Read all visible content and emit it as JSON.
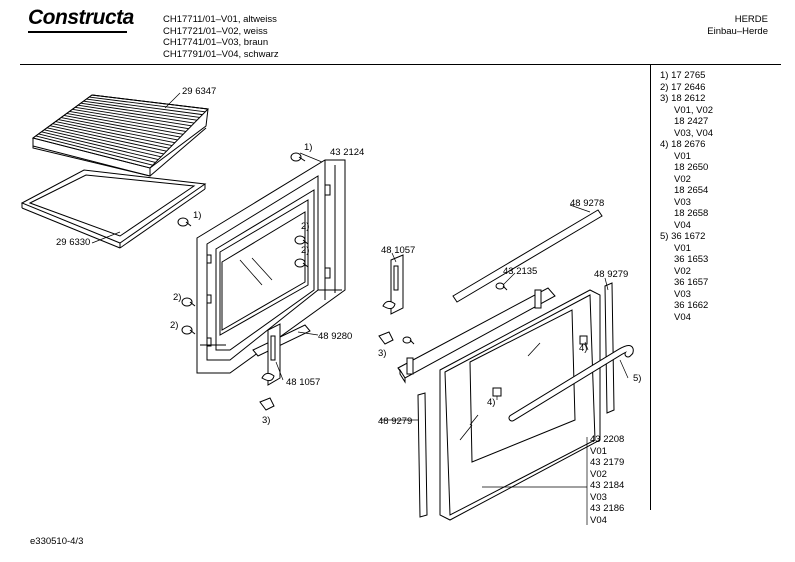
{
  "header": {
    "brand": "Constructa",
    "models": [
      "CH17711/01–V01, altweiss",
      "CH17721/01–V02, weiss",
      "CH17741/01–V03, braun",
      "CH17791/01–V04, schwarz"
    ],
    "category": [
      "HERDE",
      "Einbau–Herde"
    ]
  },
  "parts_list": [
    {
      "text": "1)  17 2765",
      "indent": false
    },
    {
      "text": "2)  17 2646",
      "indent": false
    },
    {
      "text": "3)  18 2612",
      "indent": false
    },
    {
      "text": "V01, V02",
      "indent": true
    },
    {
      "text": "18 2427",
      "indent": true
    },
    {
      "text": "V03, V04",
      "indent": true
    },
    {
      "text": "4)  18 2676",
      "indent": false
    },
    {
      "text": "V01",
      "indent": true
    },
    {
      "text": "18 2650",
      "indent": true
    },
    {
      "text": "V02",
      "indent": true
    },
    {
      "text": "18 2654",
      "indent": true
    },
    {
      "text": "V03",
      "indent": true
    },
    {
      "text": "18 2658",
      "indent": true
    },
    {
      "text": "V04",
      "indent": true
    },
    {
      "text": "5)  36 1672",
      "indent": false
    },
    {
      "text": "V01",
      "indent": true
    },
    {
      "text": "36 1653",
      "indent": true
    },
    {
      "text": "V02",
      "indent": true
    },
    {
      "text": "36 1657",
      "indent": true
    },
    {
      "text": "V03",
      "indent": true
    },
    {
      "text": "36 1662",
      "indent": true
    },
    {
      "text": "V04",
      "indent": true
    }
  ],
  "door_variants": [
    "43 2208",
    "V01",
    "43 2179",
    "V02",
    "43 2184",
    "V03",
    "43 2186",
    "V04"
  ],
  "labels": {
    "rack": "29 6347",
    "tray": "29 6330",
    "frame": "43 2124",
    "hinge_left": "48 1057",
    "hinge_bottom": "48 1057",
    "seal_short": "48 9280",
    "strip_top": "48 9278",
    "door_bracket": "43 2135",
    "strip_right": "48 9279",
    "strip_left": "48 9279",
    "ref1a": "1)",
    "ref1b": "1)",
    "ref2a": "2)",
    "ref2b": "2)",
    "ref2c": "2)",
    "ref2d": "2)",
    "ref3a": "3)",
    "ref3b": "3)",
    "ref4a": "4)",
    "ref4b": "4)",
    "ref5": "5)"
  },
  "footer": {
    "doc_id": "e330510-4/3"
  }
}
